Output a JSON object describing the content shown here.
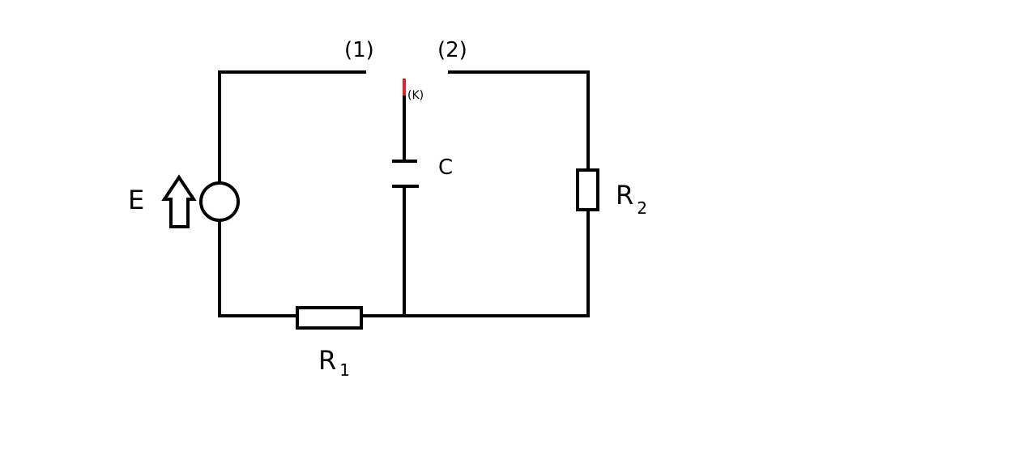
{
  "labels": {
    "source": "E",
    "terminal_1": "(1)",
    "terminal_2": "(2)",
    "switch": "(K)",
    "capacitor": "C",
    "resistor_1_letter": "R",
    "resistor_1_index": "1",
    "resistor_2_letter": "R",
    "resistor_2_index": "2"
  },
  "colors": {
    "wire": "#000000",
    "switch_tip": "#e8202a",
    "background": "#ffffff"
  }
}
